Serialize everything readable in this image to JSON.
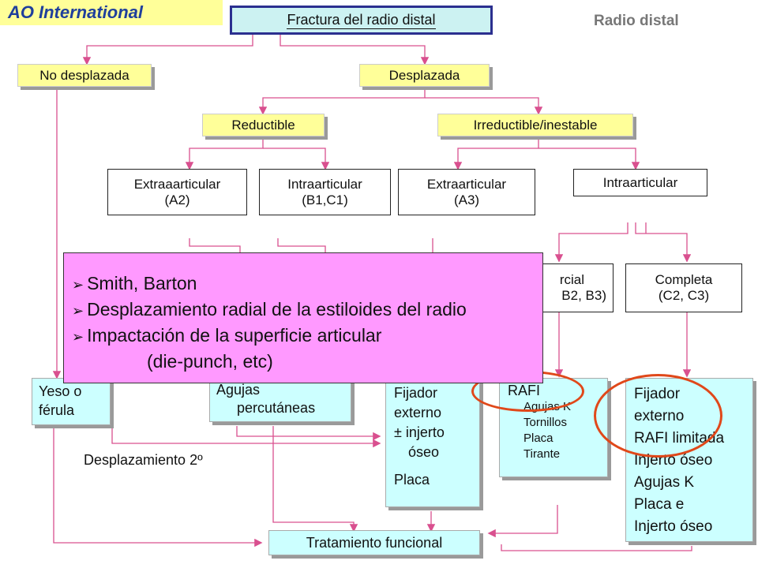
{
  "logo": {
    "ao": "AO",
    "intl": "International"
  },
  "header": {
    "title": "Fractura del radio distal",
    "subtitle": "Radio distal"
  },
  "level1": {
    "left": "No desplazada",
    "right": "Desplazada"
  },
  "level2": {
    "left": "Reductible",
    "right": "Irreductible/inestable"
  },
  "level3": {
    "a": [
      "Extraaarticular",
      "(A2)"
    ],
    "b": [
      "Intraarticular",
      "(B1,C1)"
    ],
    "c": [
      "Extraarticular",
      "(A3)"
    ],
    "d": "Intraarticular"
  },
  "level4": {
    "partial": [
      "rcial",
      "B2, B3)"
    ],
    "complete": [
      "Completa",
      "(C2, C3)"
    ]
  },
  "popup": {
    "items": [
      "Smith, Barton",
      "Desplazamiento radial de la estiloides del radio",
      "Impactación de la superficie articular"
    ],
    "continuation": "(die-punch, etc)"
  },
  "treatments": {
    "yeso": [
      "Yeso o",
      "férula"
    ],
    "agujas": [
      "Agujas",
      "percutáneas"
    ],
    "fijador": [
      "Fijador",
      "externo",
      "± injerto",
      "óseo",
      "",
      "Placa"
    ],
    "rafi_title": "RAFI",
    "rafi_items": [
      "Agujas K",
      "Tornillos",
      "Placa",
      "Tirante"
    ],
    "complete": [
      "Fijador",
      "externo",
      "RAFI limitada",
      "Injerto óseo",
      "Agujas K",
      "Placa e",
      "Injerto óseo"
    ]
  },
  "desplazamiento": "Desplazamiento 2º",
  "footer": {
    "funcional": "Tratamiento funcional"
  },
  "colors": {
    "connector": "#d9508f",
    "circle": "#e0481a",
    "popup": "#ff99ff",
    "yellow": "#ffff99",
    "cyan": "#ccffff"
  }
}
